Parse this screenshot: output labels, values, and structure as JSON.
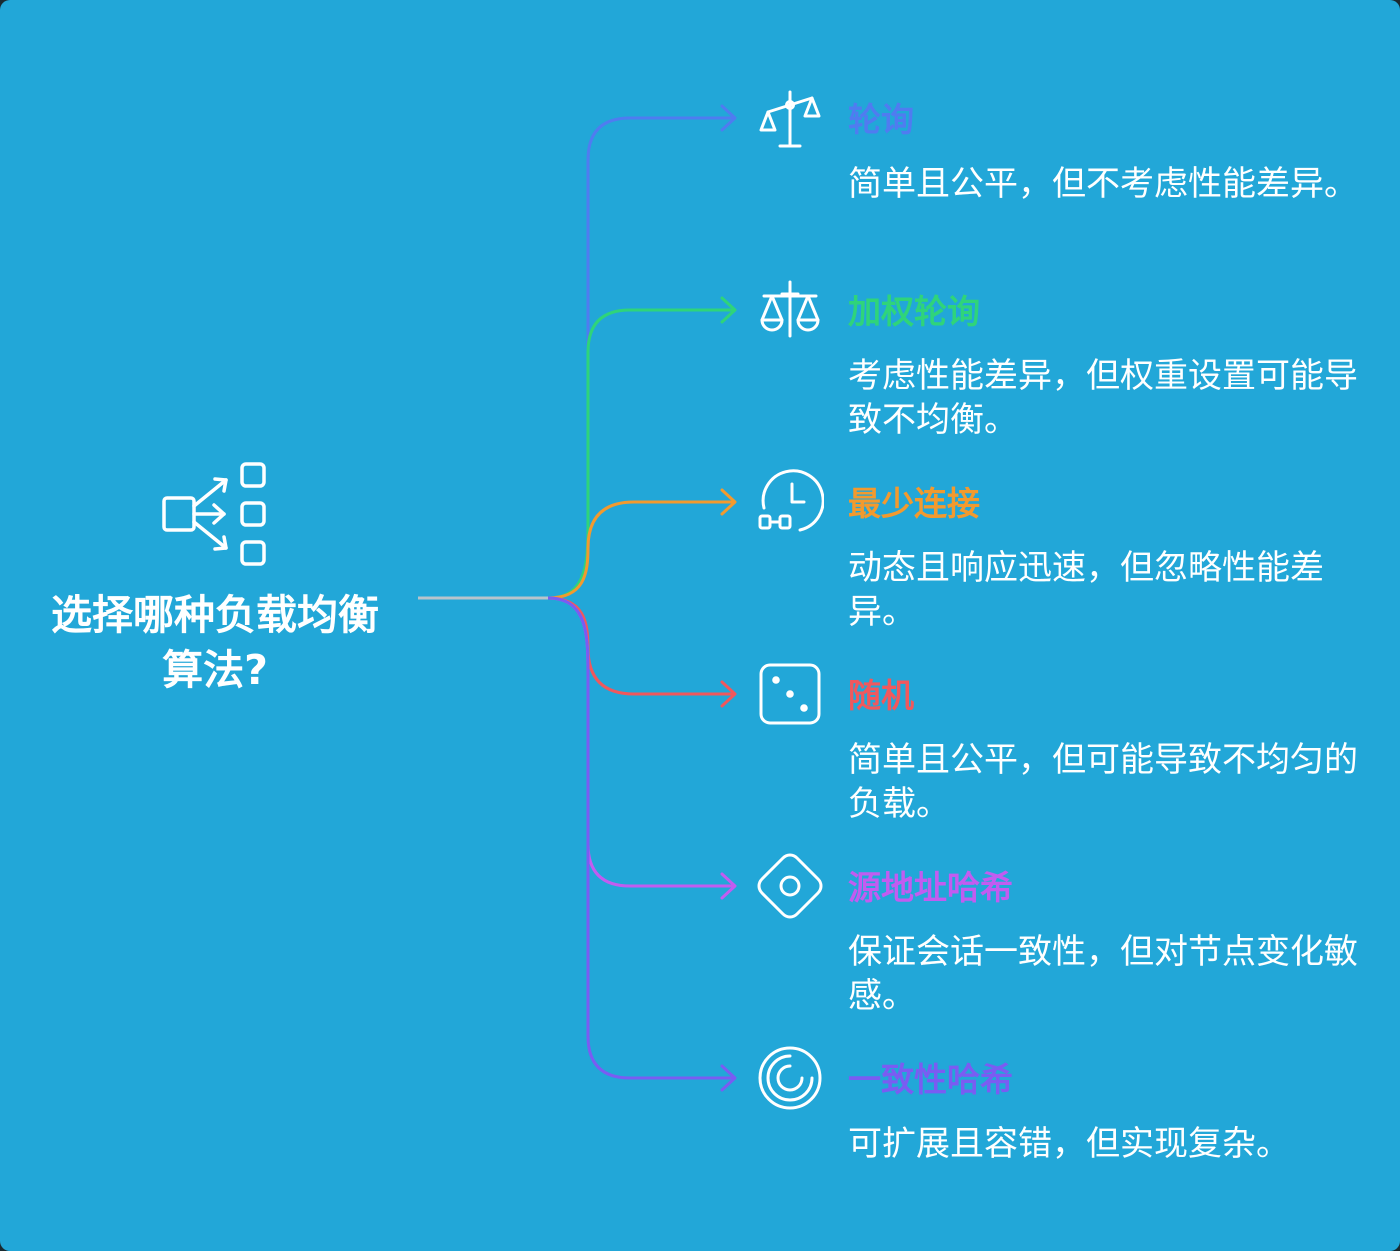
{
  "root": {
    "title_line1": "选择哪种负载均衡",
    "title_line2": "算法?",
    "icon": "distribution-icon"
  },
  "branches": [
    {
      "title": "轮询",
      "description": "简单且公平，但不考虑性能差异。",
      "color": "#4f7cf0",
      "icon": "balance-scale-icon"
    },
    {
      "title": "加权轮询",
      "description": "考虑性能差异，但权重设置可能导致不均衡。",
      "color": "#2fd47a",
      "icon": "weighted-scale-icon"
    },
    {
      "title": "最少连接",
      "description": "动态且响应迅速，但忽略性能差异。",
      "color": "#f29a2e",
      "icon": "clock-connection-icon"
    },
    {
      "title": "随机",
      "description": "简单且公平，但可能导致不均匀的负载。",
      "color": "#f0585d",
      "icon": "dice-icon"
    },
    {
      "title": "源地址哈希",
      "description": "保证会话一致性，但对节点变化敏感。",
      "color": "#c25cf0",
      "icon": "hash-diamond-icon"
    },
    {
      "title": "一致性哈希",
      "description": "可扩展且容错，但实现复杂。",
      "color": "#7a5cf2",
      "icon": "consistent-ring-icon"
    }
  ]
}
